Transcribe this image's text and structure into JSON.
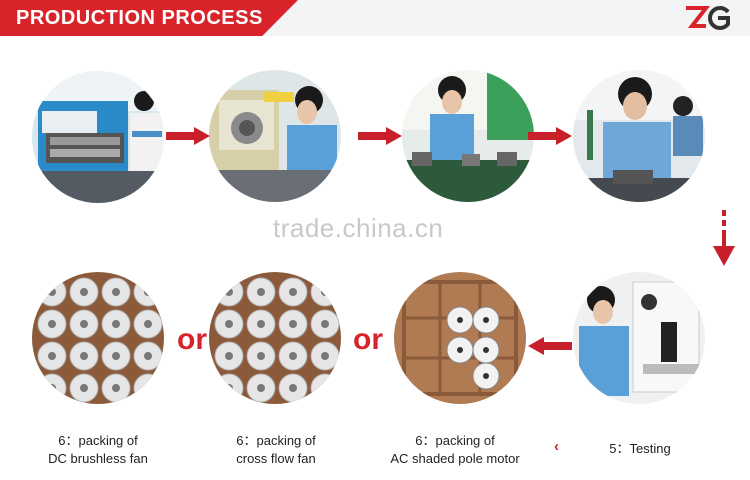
{
  "header": {
    "title": "PRODUCTION PROCESS",
    "logo_text": "ZG",
    "brand_color": "#d8232a"
  },
  "watermark": "trade.china.cn",
  "connector_words": [
    "or",
    "or"
  ],
  "captions": {
    "dc_fan": [
      "6：packing of",
      "DC brushless fan"
    ],
    "cross_fan": [
      "6：packing of",
      "cross flow fan"
    ],
    "ac_motor": [
      "6：packing of",
      "AC shaded pole motor"
    ],
    "testing": "5：Testing"
  },
  "icons": {
    "arrow_right": "arrow-right-icon",
    "arrow_down": "arrow-down-icon",
    "arrow_left": "arrow-left-icon",
    "chevron_left": "‹"
  }
}
